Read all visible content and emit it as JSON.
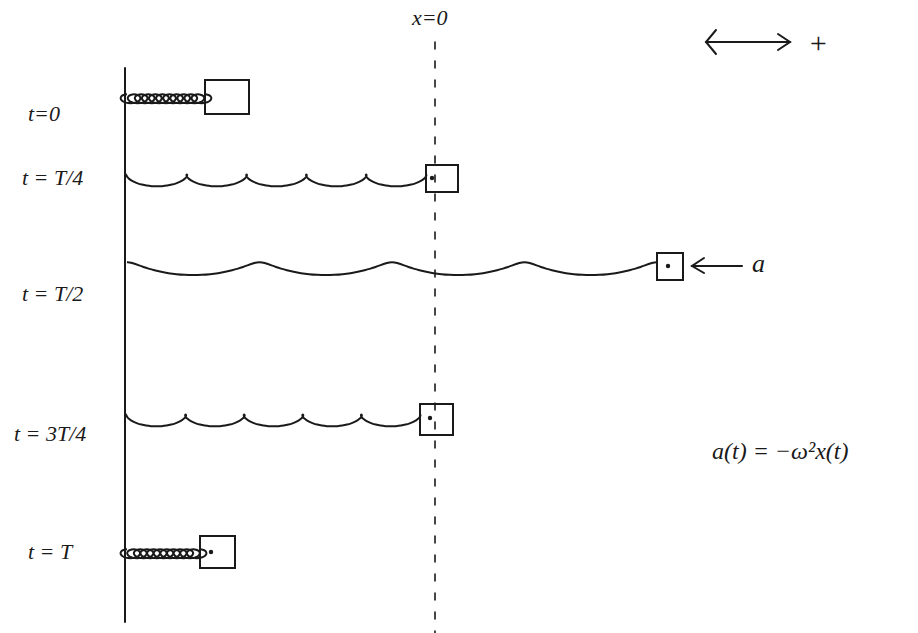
{
  "diagram": {
    "labels": [
      "x=0",
      "t=0",
      "t = T/4",
      "t = T/2",
      "t = 3T/4",
      "t = T",
      "+",
      "a",
      "a(t) = −ω²x(t)"
    ]
  }
}
